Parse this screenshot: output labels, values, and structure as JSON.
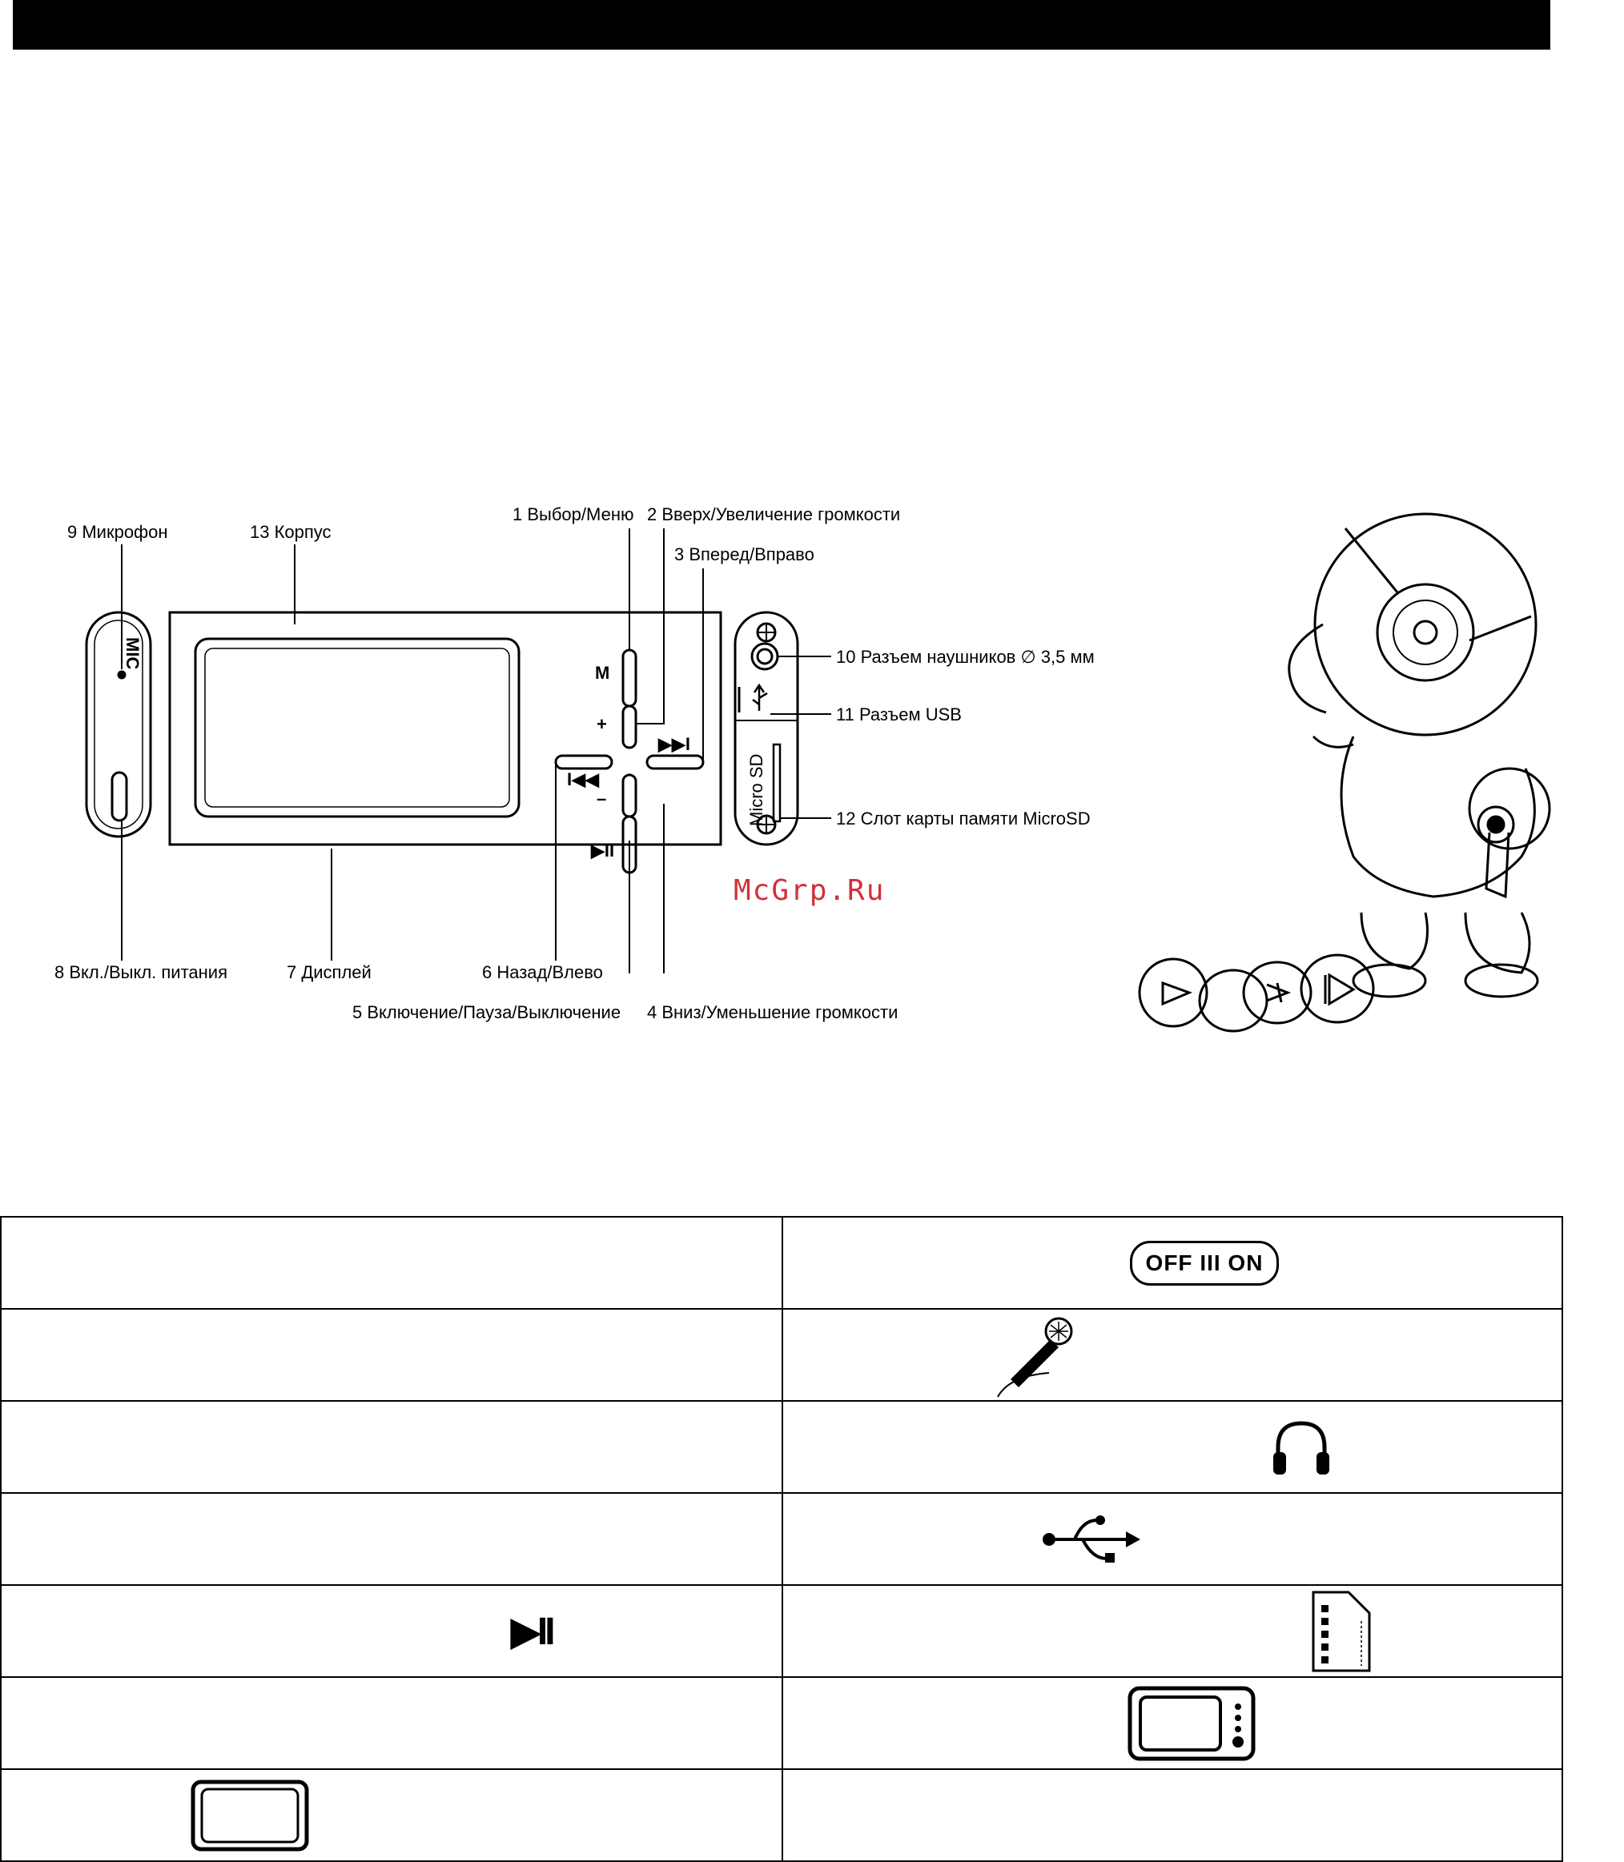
{
  "diagram": {
    "labels": {
      "l1": "1 Выбор/Меню",
      "l2": "2 Вверх/Увеличение громкости",
      "l3": "3 Вперед/Вправо",
      "l4": "4 Вниз/Уменьшение громкости",
      "l5": "5 Включение/Пауза/Выключение",
      "l6": "6 Назад/Влево",
      "l7": "7 Дисплей",
      "l8": "8 Вкл./Выкл. питания",
      "l9": "9 Микрофон",
      "l10": "10 Разъем наушников ∅ 3,5 мм",
      "l11": "11 Разъем USB",
      "l12": "12 Слот карты памяти MicroSD",
      "l13": "13 Корпус"
    },
    "device_markings": {
      "mic": "MIC",
      "menu": "M",
      "plus": "+",
      "minus": "–",
      "next": "▶▶I",
      "prev": "I◀◀",
      "play": "▶II",
      "microsd": "Micro SD"
    }
  },
  "watermark": "McGrp.Ru",
  "legend": {
    "power_switch": "OFF III ON",
    "play_pause": "▶II",
    "icons": [
      "power-switch-icon",
      "microphone-icon",
      "headphones-icon",
      "usb-icon",
      "play-pause-icon",
      "microsd-card-icon",
      "display-icon",
      "menu-button-icon"
    ]
  }
}
